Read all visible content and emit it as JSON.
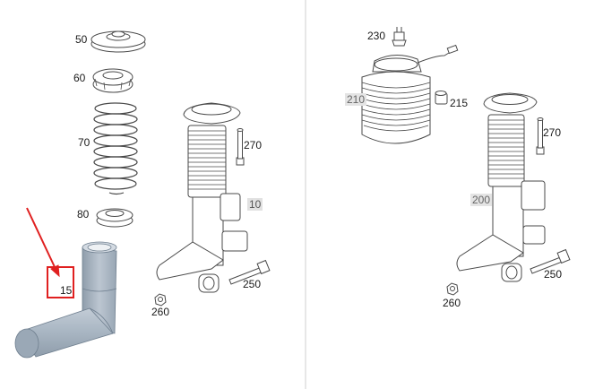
{
  "labels": {
    "p50": "50",
    "p60": "60",
    "p70": "70",
    "p80": "80",
    "p15": "15",
    "p10": "10",
    "p270_left": "270",
    "p250_left": "250",
    "p260_left": "260",
    "p230": "230",
    "p210": "210",
    "p215": "215",
    "p200": "200",
    "p270_right": "270",
    "p250_right": "250",
    "p260_right": "260"
  },
  "colors": {
    "highlight_part": "#a9b6c3",
    "callout": "#e02020",
    "line_art": "#4a4a4a"
  }
}
